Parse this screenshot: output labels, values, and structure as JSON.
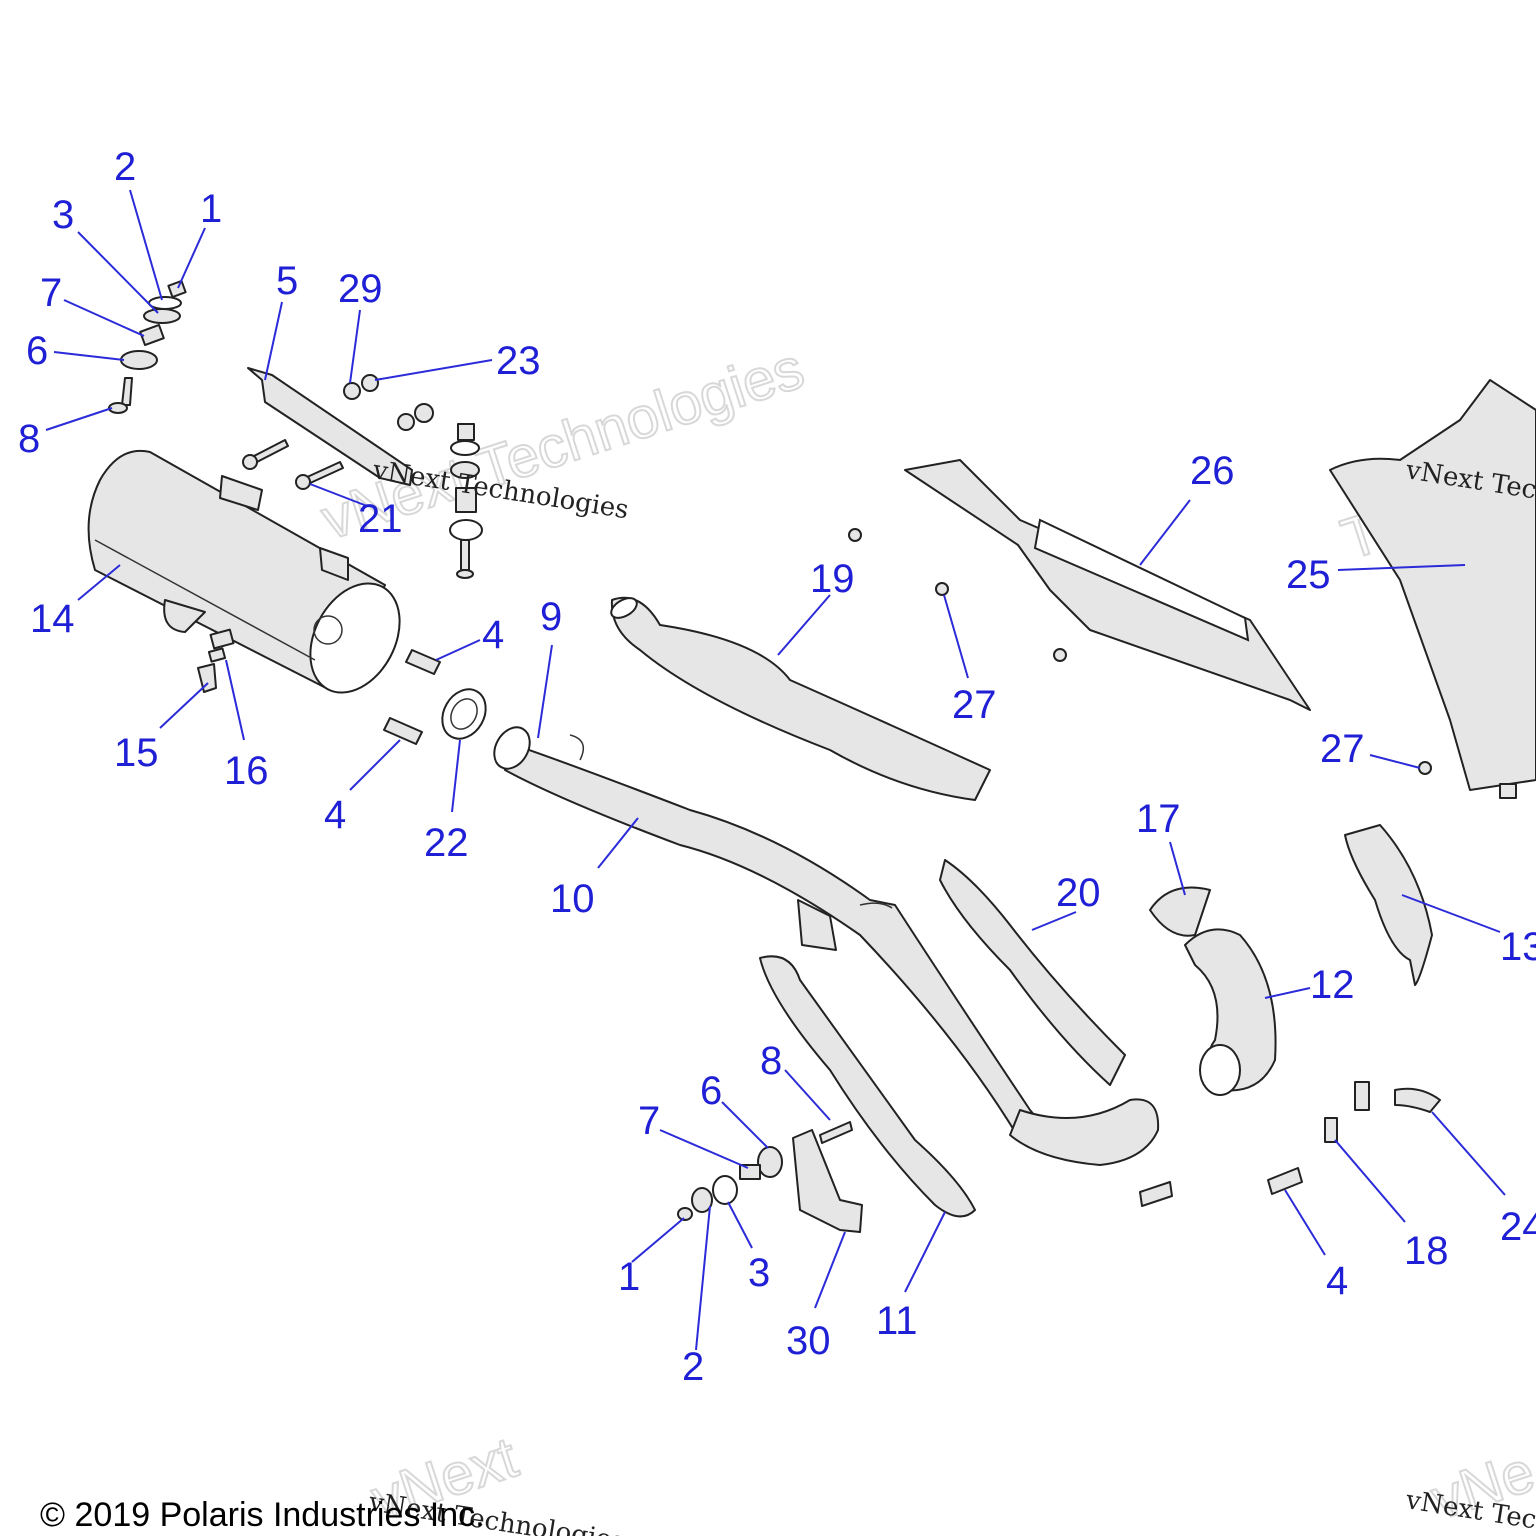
{
  "copyright": "© 2019 Polaris Industries Inc.",
  "watermark": "vNext Technologies",
  "colors": {
    "callout": "#1f1fd6",
    "line": "#222222",
    "part_fill": "#e6e6e6"
  },
  "callouts": [
    "2",
    "3",
    "1",
    "7",
    "6",
    "8",
    "5",
    "29",
    "23",
    "21",
    "14",
    "15",
    "16",
    "4",
    "4",
    "22",
    "9",
    "10",
    "19",
    "27",
    "26",
    "25",
    "27",
    "17",
    "20",
    "12",
    "13",
    "8",
    "6",
    "7",
    "3",
    "1",
    "2",
    "30",
    "11",
    "4",
    "18",
    "24"
  ]
}
